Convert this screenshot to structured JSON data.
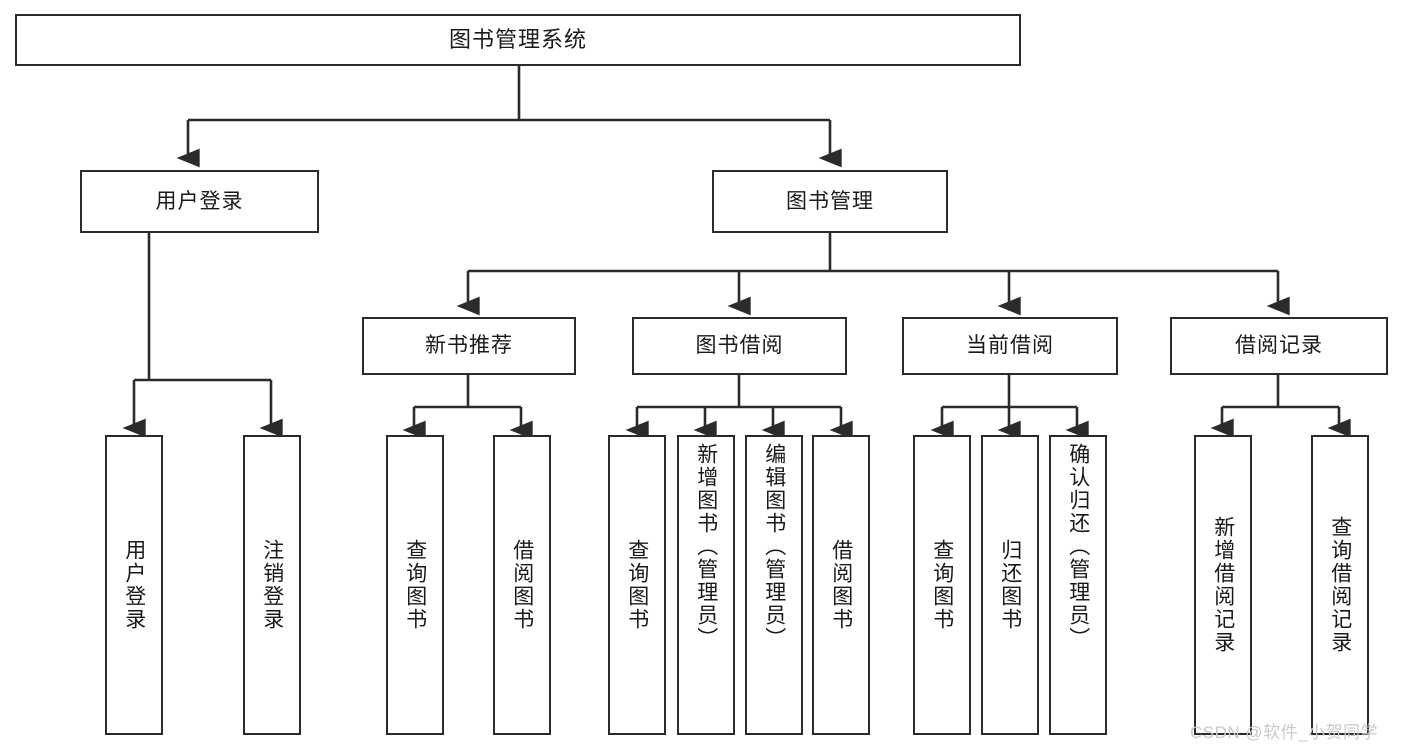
{
  "diagram": {
    "type": "tree",
    "title": "图书管理系统",
    "watermark": "CSDN @软件_小贺同学",
    "colors": {
      "box_border": "#2b2b2b",
      "connector": "#2b2b2b",
      "background": "#ffffff",
      "text": "#1a1a1a",
      "watermark": "#c9c9c9"
    },
    "root": {
      "label": "图书管理系统"
    },
    "level2": [
      {
        "label": "用户登录"
      },
      {
        "label": "图书管理"
      }
    ],
    "level3": [
      {
        "label": "新书推荐"
      },
      {
        "label": "图书借阅"
      },
      {
        "label": "当前借阅"
      },
      {
        "label": "借阅记录"
      }
    ],
    "leaves": {
      "user_login": [
        {
          "label": "用户登录"
        },
        {
          "label": "注销登录"
        }
      ],
      "new_book_recommend": [
        {
          "label": "查询图书"
        },
        {
          "label": "借阅图书"
        }
      ],
      "book_borrow": [
        {
          "label": "查询图书"
        },
        {
          "label": "新增图书（管理员）"
        },
        {
          "label": "编辑图书（管理员）"
        },
        {
          "label": "借阅图书"
        }
      ],
      "current_borrow": [
        {
          "label": "查询图书"
        },
        {
          "label": "归还图书"
        },
        {
          "label": "确认归还（管理员）"
        }
      ],
      "borrow_record": [
        {
          "label": "新增借阅记录"
        },
        {
          "label": "查询借阅记录"
        }
      ]
    }
  }
}
